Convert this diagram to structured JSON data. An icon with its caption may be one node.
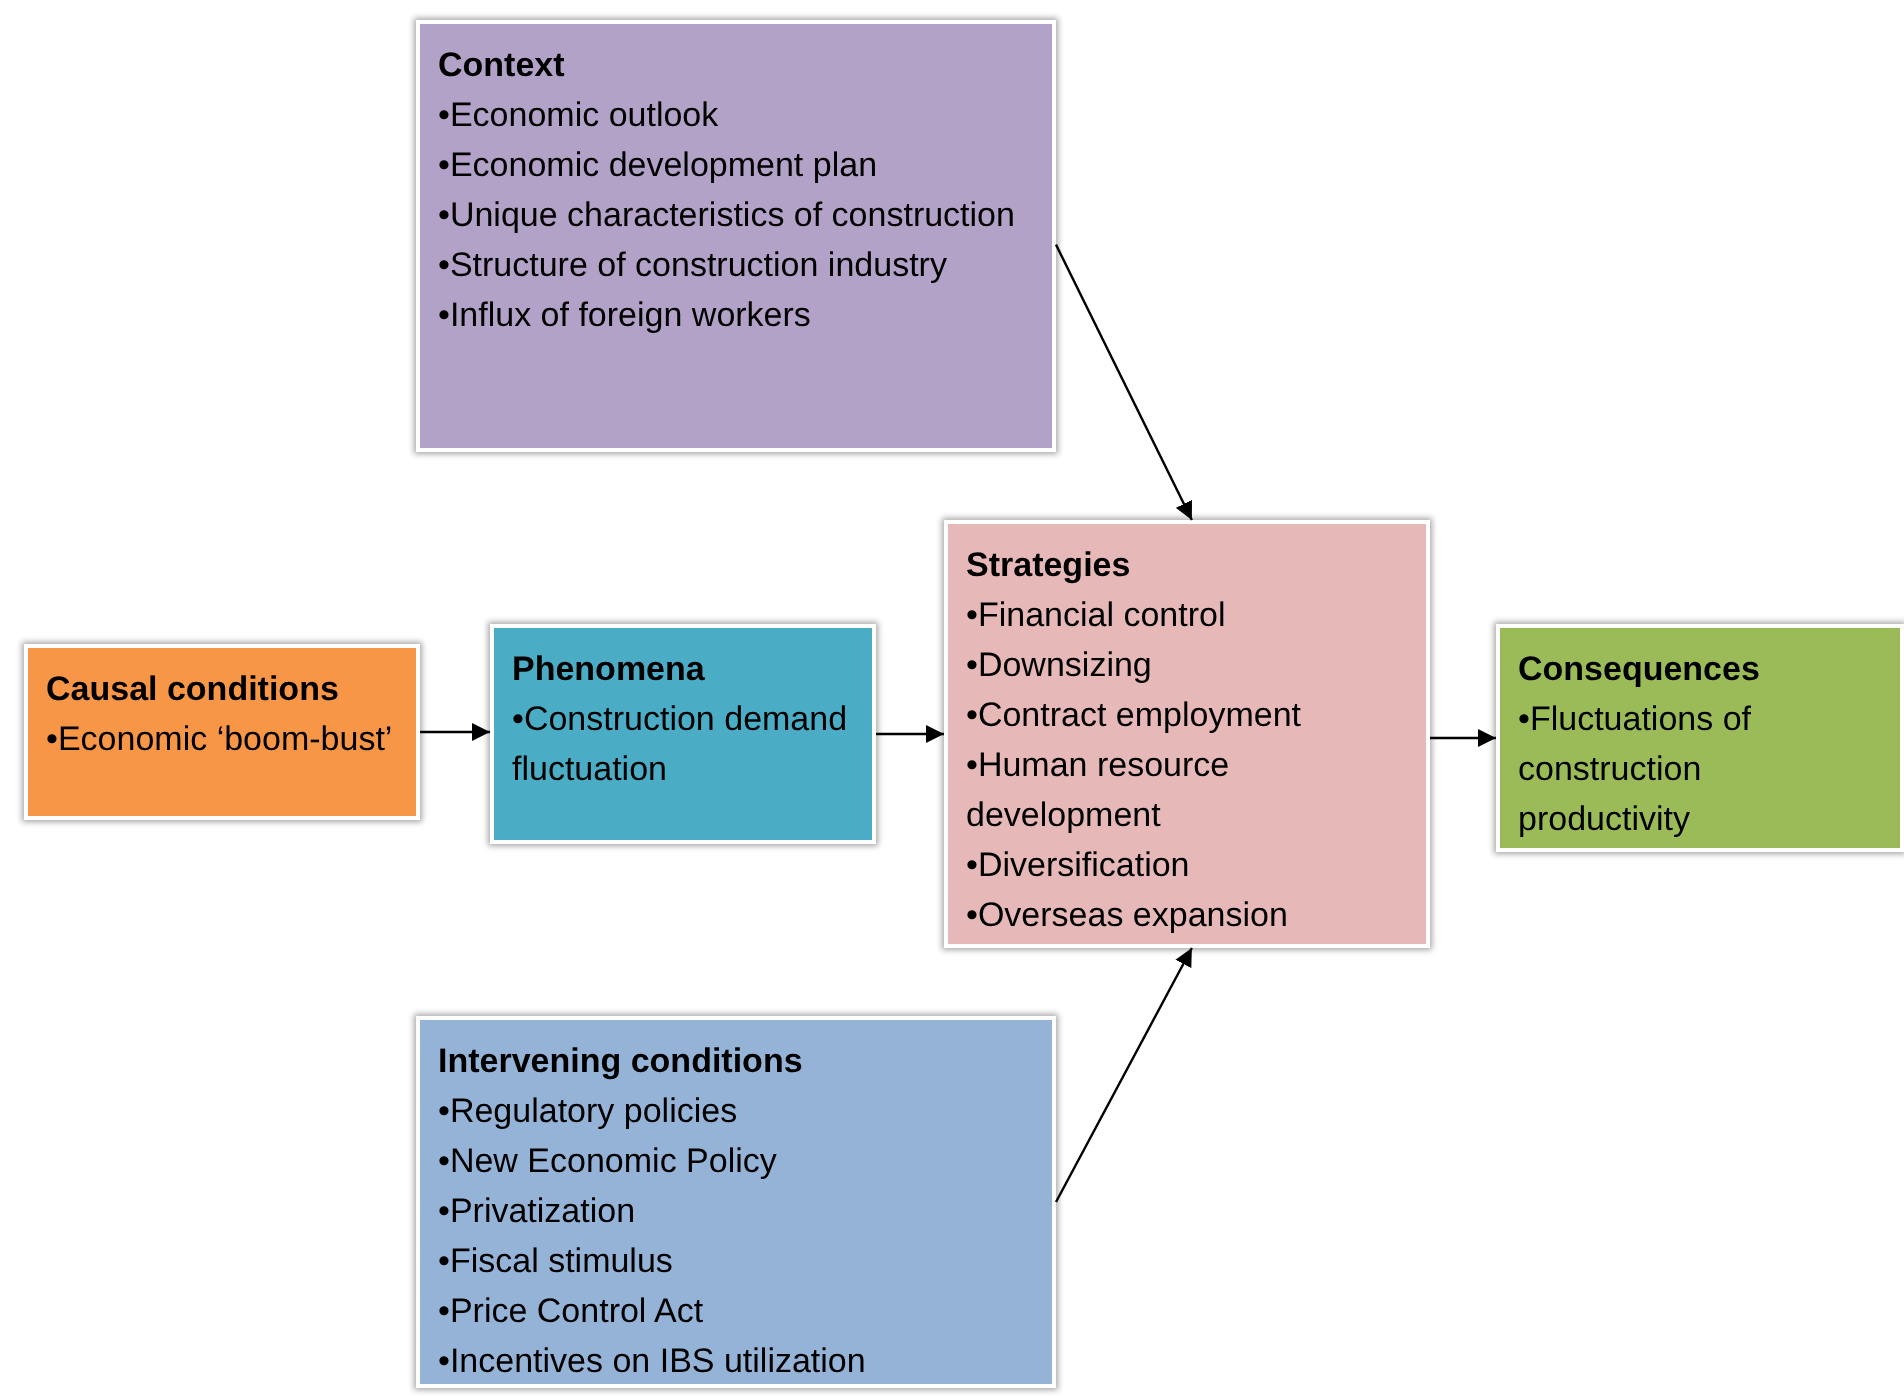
{
  "diagram": {
    "nodes": [
      {
        "text": [
          "Context",
          "•Economic outlook",
          "•Economic development plan",
          "•Unique characteristics of construction",
          "•Structure of construction industry",
          "•Influx of foreign workers"
        ]
      },
      {
        "text": [
          "Causal conditions",
          "•Economic ‘boom-bust’"
        ]
      },
      {
        "text": [
          "Phenomena",
          "•Construction demand fluctuation"
        ]
      },
      {
        "text": [
          "Strategies",
          "•Financial control",
          "•Downsizing",
          "•Contract employment",
          "•Human resource development",
          "•Diversification",
          "•Overseas expansion"
        ]
      },
      {
        "text": [
          "Consequences",
          "•Fluctuations of construction productivity"
        ]
      },
      {
        "text": [
          "Intervening conditions",
          "•Regulatory policies",
          "•New Economic Policy",
          "•Privatization",
          "•Fiscal stimulus",
          "•Price Control Act",
          "•Incentives on IBS utilization"
        ]
      }
    ],
    "edges": [
      {
        "from": 0,
        "to": 3,
        "arrow": "to"
      },
      {
        "from": 1,
        "to": 2,
        "arrow": "to"
      },
      {
        "from": 2,
        "to": 3,
        "arrow": "to"
      },
      {
        "from": 3,
        "to": 4,
        "arrow": "to"
      },
      {
        "from": 5,
        "to": 3,
        "arrow": "to"
      }
    ]
  }
}
